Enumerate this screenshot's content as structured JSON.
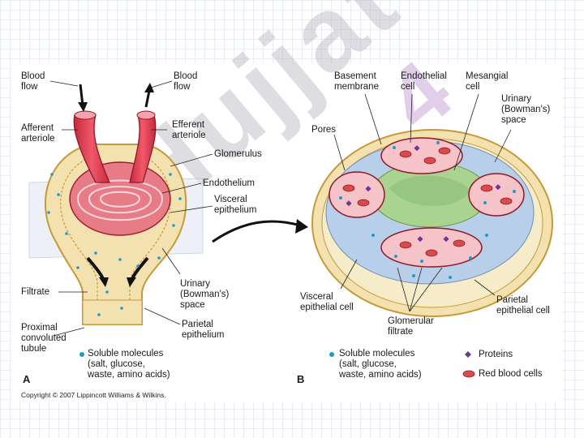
{
  "panel_a": {
    "letter": "A",
    "labels": {
      "blood_flow_in": "Blood\nflow",
      "blood_flow_out": "Blood\nflow",
      "afferent": "Afferent\narteriole",
      "efferent": "Efferent\narteriole",
      "glomerulus": "Glomerulus",
      "endothelium": "Endothelium",
      "visceral_epithelium": "Visceral\nepithelium",
      "urinary_space": "Urinary\n(Bowman's)\nspace",
      "filtrate": "Filtrate",
      "parietal_epithelium": "Parietal\nepithelium",
      "proximal_tubule": "Proximal\nconvoluted\ntubule"
    },
    "legend_soluble": "Soluble molecules\n(salt, glucose,\nwaste, amino acids)"
  },
  "panel_b": {
    "letter": "B",
    "labels": {
      "basement_membrane": "Basement\nmembrane",
      "endothelial_cell": "Endothelial\ncell",
      "mesangial_cell": "Mesangial\ncell",
      "urinary_space": "Urinary\n(Bowman's)\nspace",
      "pores": "Pores",
      "visceral_epithelial_cell": "Visceral\nepithelial cell",
      "glomerular_filtrate": "Glomerular\nfiltrate",
      "parietal_epithelial_cell": "Parietal\nepithelial cell"
    },
    "legend_soluble": "Soluble molecules\n(salt, glucose,\nwaste, amino acids)",
    "legend_proteins": "Proteins",
    "legend_rbc": "Red blood cells"
  },
  "copyright": "Copyright © 2007 Lippincott Williams & Wilkins.",
  "watermark": "Hujjat",
  "colors": {
    "vessel": "#e03a4c",
    "capsule": "#f3e2b0",
    "cytoplasm": "#b8cfe9",
    "mesangium": "#a9d38f",
    "rbc": "#d84b4b",
    "protein": "#6b3a8f",
    "solute": "#1c9bc9"
  }
}
